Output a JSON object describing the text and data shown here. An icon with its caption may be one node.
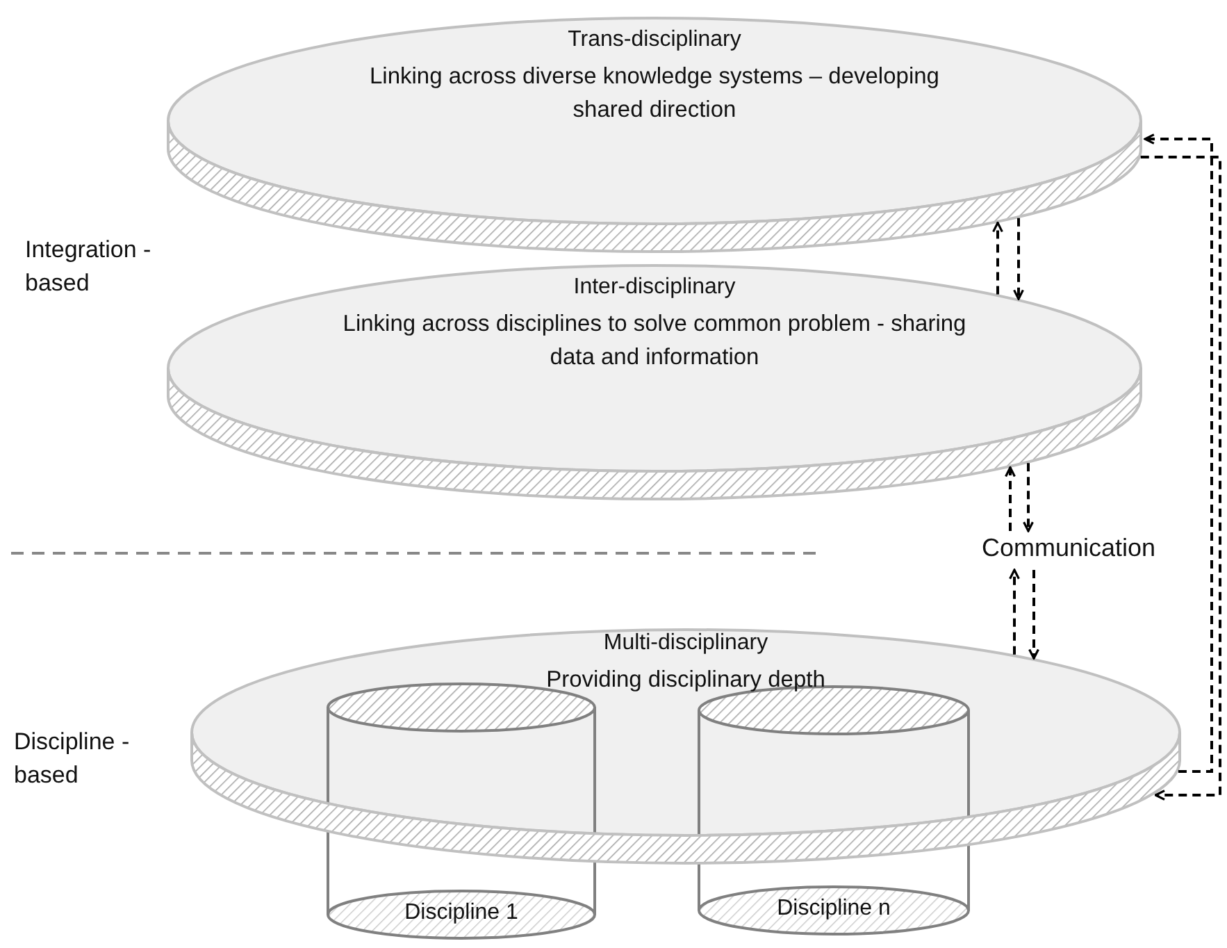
{
  "diagram": {
    "nodes": [
      {
        "text": [
          "Trans-disciplinary",
          "Linking across diverse knowledge systems – developing shared direction"
        ]
      },
      {
        "text": [
          "Inter-disciplinary",
          "Linking across disciplines to solve common problem - sharing data and information"
        ]
      },
      {
        "text": [
          "Communication"
        ]
      },
      {
        "text": [
          "Multi-disciplinary",
          "Providing disciplinary depth"
        ]
      },
      {
        "text": [
          "Discipline 1"
        ]
      },
      {
        "text": [
          "Discipline n"
        ]
      }
    ],
    "edges": [
      {
        "from": 0,
        "to": 1,
        "arrow": "to",
        "style": "dashed"
      },
      {
        "from": 1,
        "to": 0,
        "arrow": "to",
        "style": "dashed"
      },
      {
        "from": 1,
        "to": 2,
        "arrow": "to",
        "style": "dashed"
      },
      {
        "from": 2,
        "to": 1,
        "arrow": "to",
        "style": "dashed"
      },
      {
        "from": 2,
        "to": 3,
        "arrow": "to",
        "style": "dashed"
      },
      {
        "from": 3,
        "to": 2,
        "arrow": "to",
        "style": "dashed"
      },
      {
        "from": 0,
        "to": 3,
        "arrow": "to",
        "style": "dashed"
      },
      {
        "from": 3,
        "to": 0,
        "arrow": "to",
        "style": "dashed"
      }
    ],
    "labels": [
      "Integration -based",
      "Discipline -based"
    ]
  }
}
